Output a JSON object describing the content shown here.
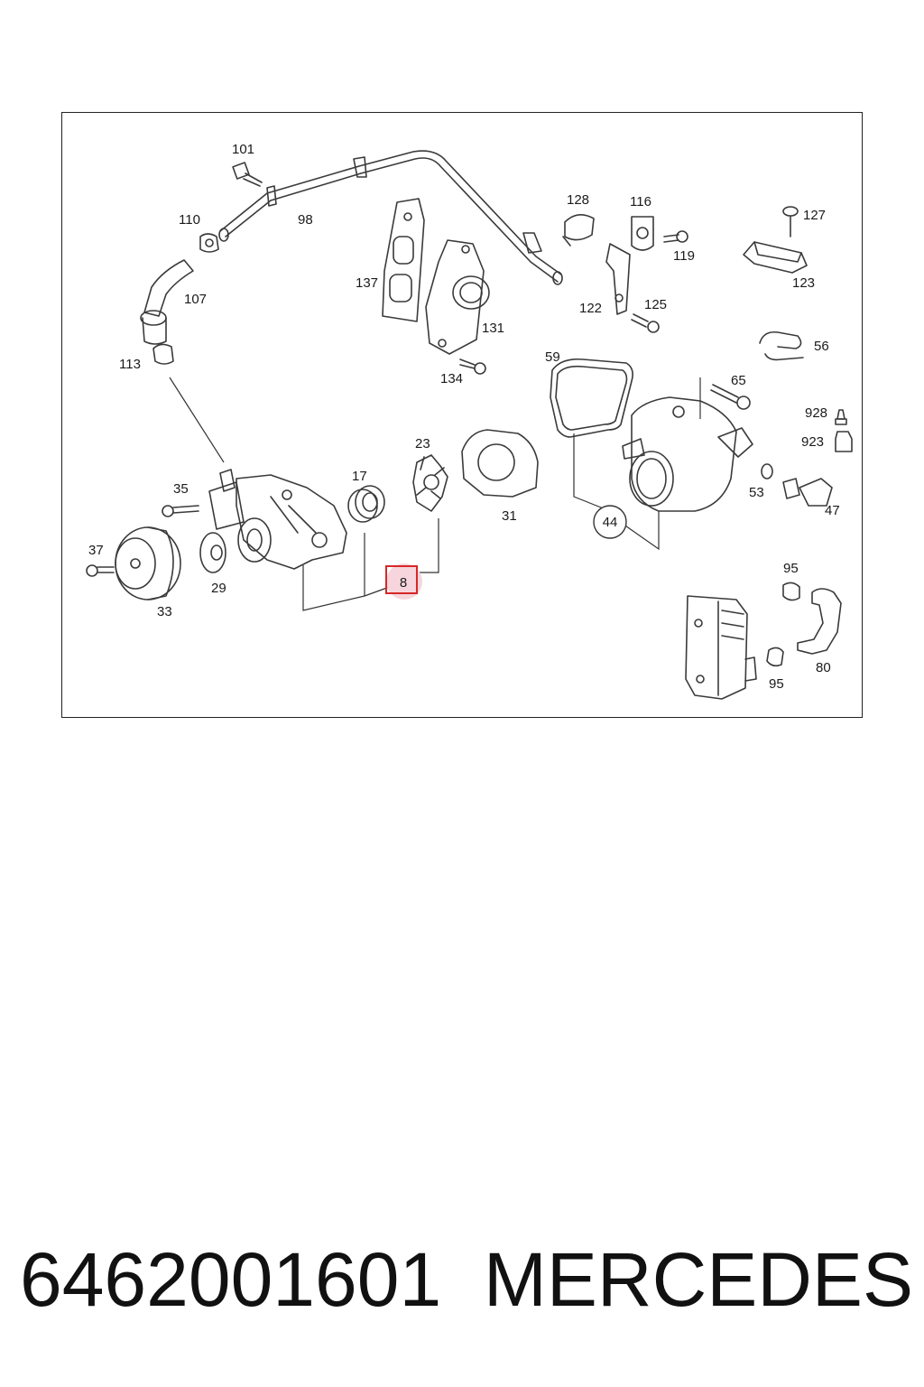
{
  "labels": {
    "p101": "101",
    "p98": "98",
    "p110": "110",
    "p107": "107",
    "p113": "113",
    "p137": "137",
    "p131": "131",
    "p134": "134",
    "p128": "128",
    "p116": "116",
    "p119": "119",
    "p122": "122",
    "p125": "125",
    "p127": "127",
    "p123": "123",
    "p56": "56",
    "p59": "59",
    "p65": "65",
    "p928": "928",
    "p923": "923",
    "p47": "47",
    "p53": "53",
    "p44": "44",
    "p23": "23",
    "p17": "17",
    "p31": "31",
    "p35": "35",
    "p37": "37",
    "p29": "29",
    "p33": "33",
    "p8": "8",
    "p95a": "95",
    "p95b": "95",
    "p80": "80"
  },
  "highlight": {
    "color": "#d62828",
    "fill": "#f6d6dc"
  },
  "footer": {
    "part_number": "6462001601",
    "brand": "MERCEDES"
  }
}
